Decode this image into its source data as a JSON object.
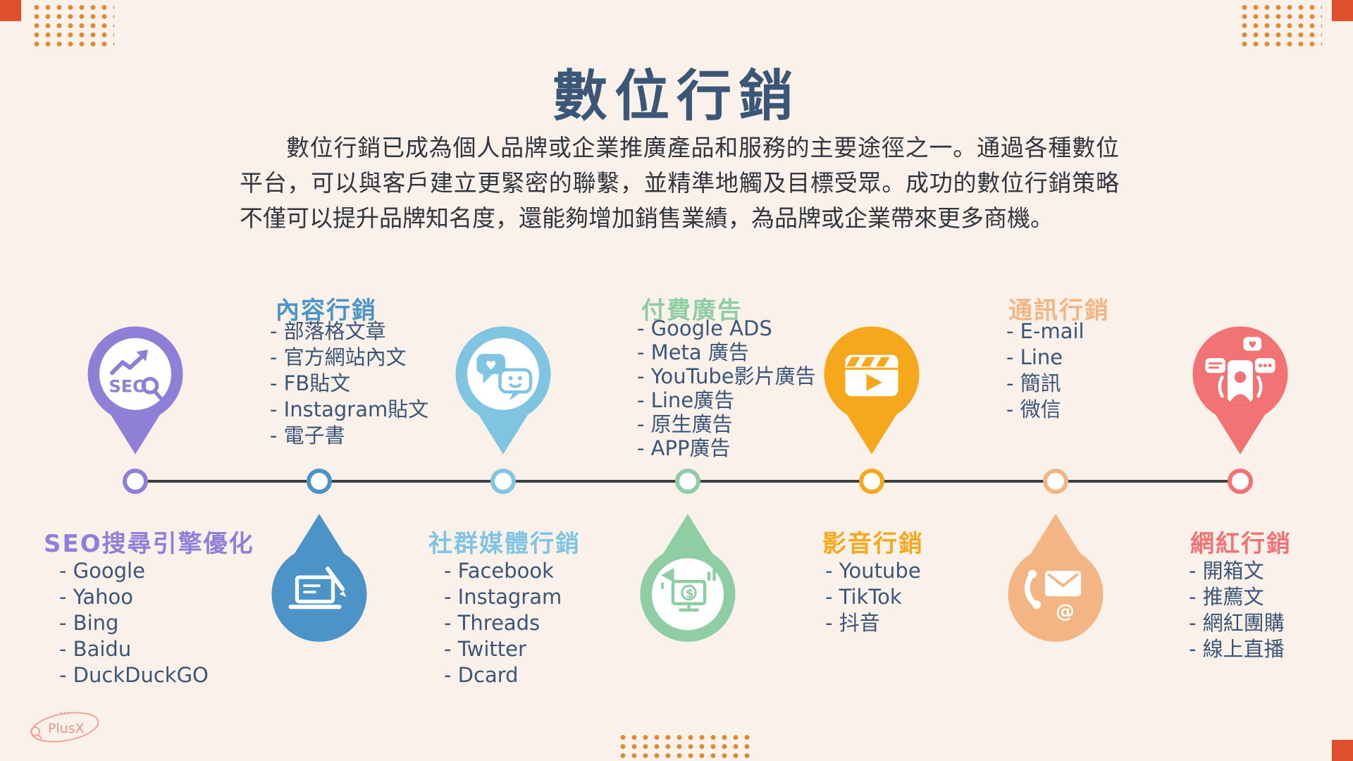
{
  "theme": {
    "background": "#FAF2EA",
    "title_color": "#3B5677",
    "body_text_color": "#31353D",
    "list_text_color": "#3A5578",
    "timeline_color": "#3F3F3F",
    "dot_pattern_color": "#DE8A2D",
    "corner_square_color": "#E14E2B"
  },
  "title": "數位行銷",
  "intro": "數位行銷已成為個人品牌或企業推廣產品和服務的主要途徑之一。通過各種數位平台，可以與客戶建立更緊密的聯繫，並精準地觸及目標受眾。成功的數位行銷策略不僅可以提升品牌知名度，還能夠增加銷售業績，為品牌或企業帶來更多商機。",
  "icon_glyphs": {
    "heart": "♥",
    "at": "@",
    "dollar": "$"
  },
  "logo": {
    "text": "PlusX",
    "dots": "..."
  },
  "sections": [
    {
      "id": "seo",
      "title": "SEO搜尋引擎優化",
      "color": "#8F7FD6",
      "position": "below-line",
      "icon": "seo-magnifier-icon",
      "pin_label": "SEO",
      "items": [
        "- Google",
        "- Yahoo",
        "- Bing",
        "- Baidu",
        "- DuckDuckGO"
      ]
    },
    {
      "id": "content",
      "title": "內容行銷",
      "color": "#4C93C7",
      "position": "above-line",
      "icon": "laptop-pencil-icon",
      "items": [
        "- 部落格文章",
        "- 官方網站內文",
        "- FB貼文",
        "- Instagram貼文",
        "- 電子書"
      ]
    },
    {
      "id": "social",
      "title": "社群媒體行銷",
      "color": "#7FC4E0",
      "position": "below-line",
      "icon": "chat-bubbles-icon",
      "items": [
        "- Facebook",
        "- Instagram",
        "- Threads",
        "- Twitter",
        "- Dcard"
      ]
    },
    {
      "id": "paid-ads",
      "title": "付費廣告",
      "color": "#8FCEA5",
      "position": "above-line",
      "icon": "monitor-ads-icon",
      "items": [
        "- Google  ADS",
        "- Meta 廣告",
        "- YouTube影片廣告",
        "- Line廣告",
        "- 原生廣告",
        "- APP廣告"
      ]
    },
    {
      "id": "video",
      "title": "影音行銷",
      "color": "#F5A81C",
      "position": "below-line",
      "icon": "clapperboard-play-icon",
      "items": [
        "- Youtube",
        "- TikTok",
        "- 抖音"
      ]
    },
    {
      "id": "messaging",
      "title": "通訊行銷",
      "color": "#F4B585",
      "position": "above-line",
      "icon": "phone-mail-icon",
      "items": [
        "- E-mail",
        "- Line",
        "- 簡訊",
        "- 微信"
      ]
    },
    {
      "id": "influencer",
      "title": "網紅行銷",
      "color": "#F17373",
      "position": "below-line",
      "icon": "influencer-phone-icon",
      "items": [
        "- 開箱文",
        "- 推薦文",
        "- 網紅團購",
        "- 線上直播"
      ]
    }
  ]
}
